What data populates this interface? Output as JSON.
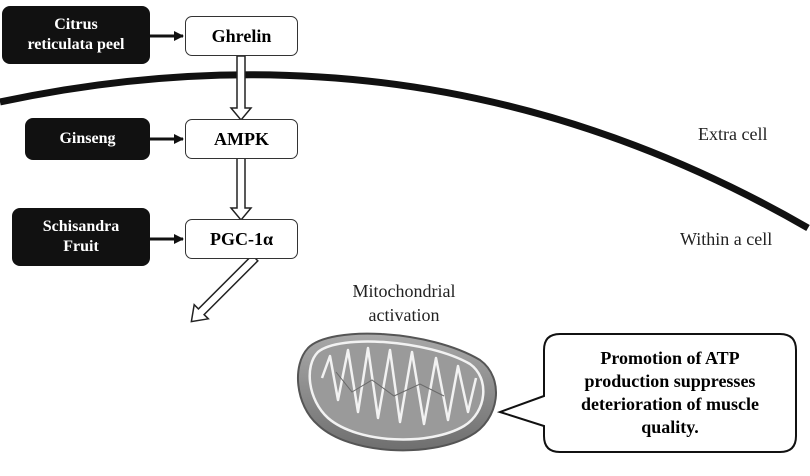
{
  "sources": {
    "citrus": [
      "Citrus",
      "reticulata peel"
    ],
    "ginseng": [
      "Ginseng"
    ],
    "schisandra": [
      "Schisandra",
      "Fruit"
    ]
  },
  "nodes": {
    "ghrelin": "Ghrelin",
    "ampk": "AMPK",
    "pgc1a": "PGC-1α"
  },
  "regions": {
    "extra_cell": "Extra cell",
    "within_cell": "Within a cell"
  },
  "activation_label": [
    "Mitochondrial",
    "activation"
  ],
  "callout_lines": [
    "Promotion of ATP",
    "production suppresses",
    "deterioration of muscle",
    "quality."
  ],
  "colors": {
    "dark_box": "#111111",
    "outline": "#333333",
    "mitochondrion": "#8a8a8a"
  }
}
